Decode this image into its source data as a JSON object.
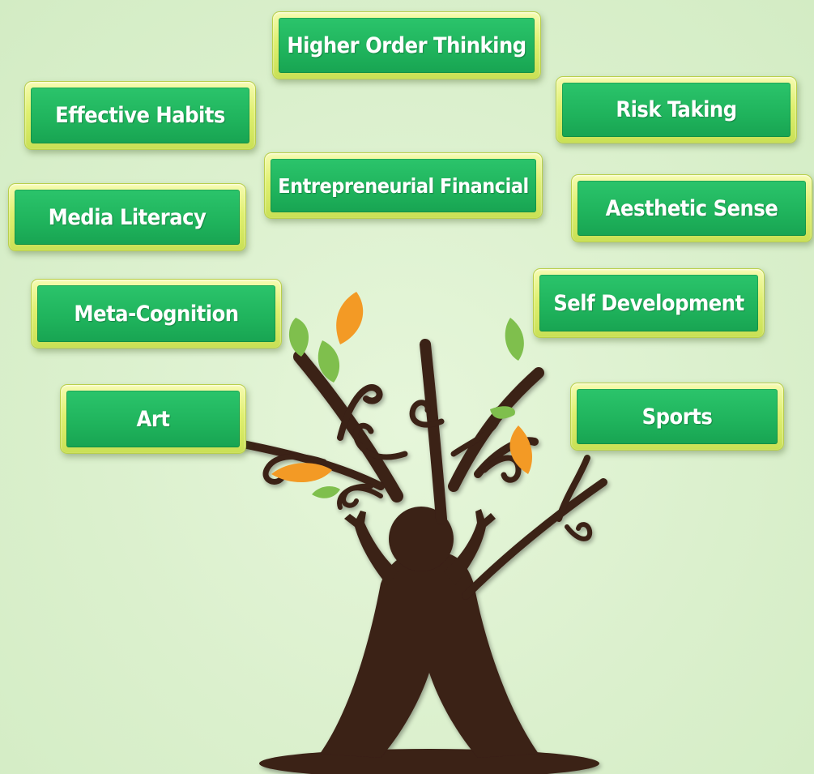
{
  "background_color": "#dcf1cf",
  "tag_colors": {
    "frame": "#dff070",
    "fill": "#1fb35c",
    "text": "#ffffff"
  },
  "tree_colors": {
    "trunk": "#3a2015",
    "leaf_green": "#7fbf4d",
    "leaf_orange": "#f39a25"
  },
  "skills": [
    "Higher Order Thinking",
    "Effective Habits",
    "Risk Taking",
    "Entrepreneurial Financial",
    "Media Literacy",
    "Aesthetic Sense",
    "Self Development",
    "Meta-Cognition",
    "Art",
    "Sports"
  ]
}
